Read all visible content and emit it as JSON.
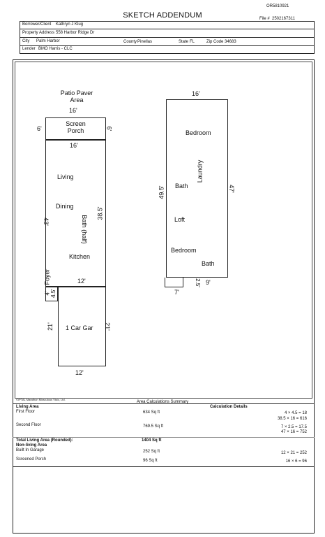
{
  "header": {
    "order_no": "OR5810921",
    "title": "SKETCH ADDENDUM",
    "file_label": "File #",
    "file_value": "2502167311",
    "borrower_label": "Borrower/Client",
    "borrower_value": "Kathryn J Klug",
    "address_label": "Property Address",
    "address_value": "558 Harbor Ridge Dr",
    "city_label": "City",
    "city_value": "Palm Harbor",
    "county_label": "County",
    "county_value": "Pinellas",
    "state_label": "State",
    "state_value": "FL",
    "zip_label": "Zip Code",
    "zip_value": "34683",
    "lender_label": "Lender",
    "lender_value": "BMO Harris - CLC"
  },
  "sketch": {
    "patio_line1": "Patio Paver",
    "patio_line2": "Area",
    "patio_dim": "16'",
    "screen_line1": "Screen",
    "screen_line2": "Porch",
    "screen_left": "6'",
    "screen_right": "6'",
    "main_top": "16'",
    "living": "Living",
    "dining": "Dining",
    "kitchen": "Kitchen",
    "foyer": "Foyer",
    "bath_half": "Bath (half)",
    "dim_43": "43'",
    "dim_385": "38.5'",
    "dim_12_mid": "12'",
    "dim_4": "4'",
    "dim_45": "4.5'",
    "garage": "1 Car Gar",
    "gar_left": "21'",
    "gar_right": "21'",
    "gar_bottom": "12'",
    "upper_top": "16'",
    "bedroom1": "Bedroom",
    "laundry": "Laundry",
    "bath1": "Bath",
    "loft": "Loft",
    "bedroom2": "Bedroom",
    "bath2": "Bath",
    "dim_495": "49.5'",
    "dim_47": "47'",
    "dim_7": "7'",
    "dim_25": "2.5'",
    "dim_9": "9'",
    "watermark": "©IPTAL Marathon Miraculous Visio, Ltd."
  },
  "summary": {
    "title": "Area Calculations Summary",
    "col_living": "Living Area",
    "col_calc": "Calculation Details",
    "rows": [
      {
        "label": "First Floor",
        "area": "634 Sq ft",
        "calc": [
          "4 × 4.5 = 18",
          "38.5 × 16 = 616"
        ]
      },
      {
        "label": "Second Floor",
        "area": "769.5 Sq ft",
        "calc": [
          "7 × 2.5 = 17.5",
          "47 × 16 = 752"
        ]
      }
    ],
    "total_label": "Total Living Area (Rounded):",
    "total_value": "1404 Sq ft",
    "non_living_label": "Non-living Area",
    "garage_label": "Built In Garage",
    "garage_area": "252 Sq ft",
    "garage_calc": "12 × 21 = 252",
    "porch_label": "Screened Porch",
    "porch_area": "96 Sq ft",
    "porch_calc": "16 × 6 = 96"
  }
}
